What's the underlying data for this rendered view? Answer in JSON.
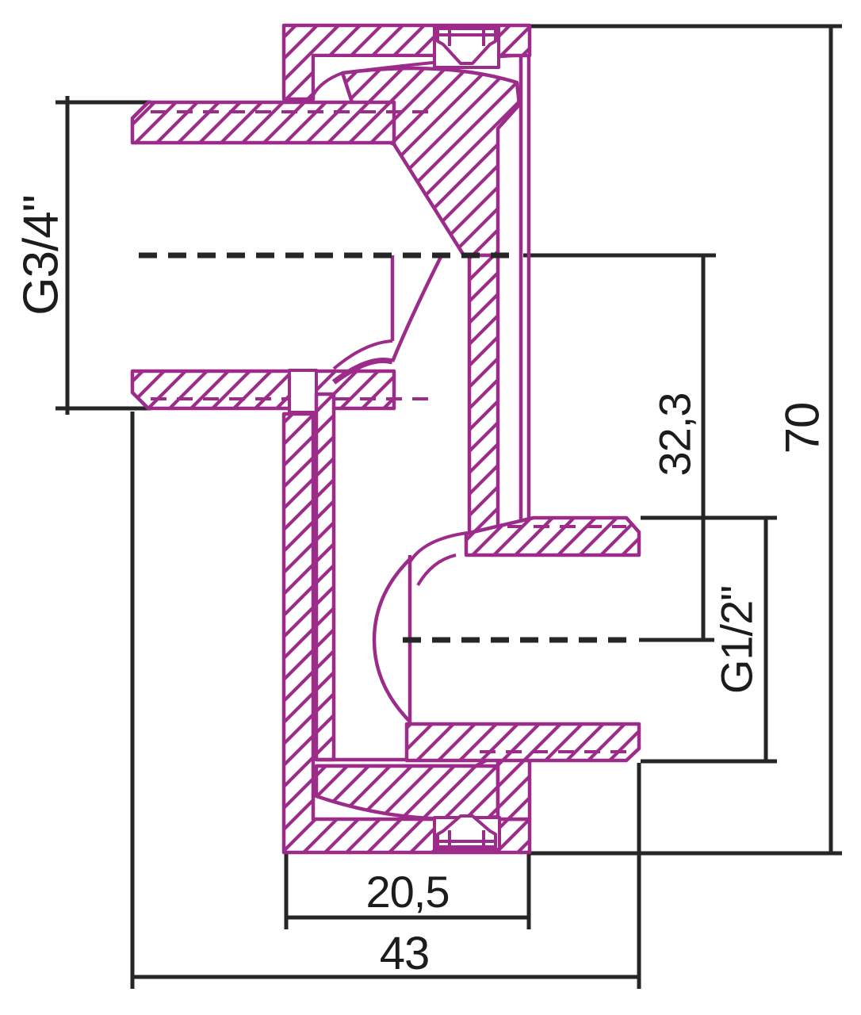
{
  "drawing": {
    "kind": "pipe-fitting-cross-section",
    "colors": {
      "part_outline": "#9c2b8a",
      "dimension_lines": "#262626",
      "text": "#1c1c1c",
      "background": "#ffffff"
    },
    "labels": {
      "left_thread": "G3/4\"",
      "axis_offset": "32,3",
      "overall_height": "70",
      "right_thread": "G1/2\"",
      "flange_width": "20,5",
      "overall_width": "43"
    }
  }
}
